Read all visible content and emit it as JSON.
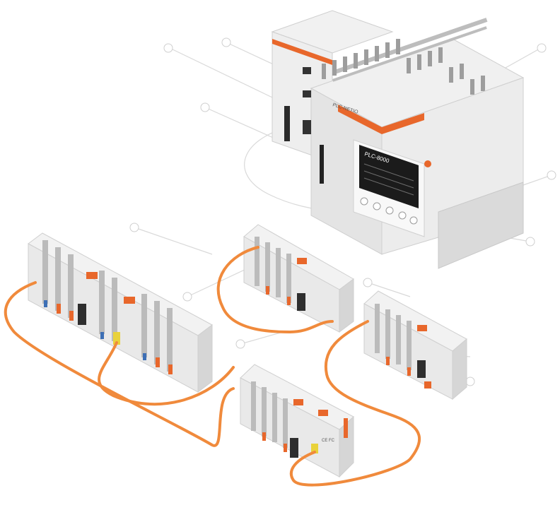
{
  "plc": {
    "logo_text": "PLC-NETIO",
    "screen_title": "PLC-8000",
    "screen_lines": [
      "",
      "",
      "",
      "",
      ""
    ]
  },
  "modules": {
    "io_label": "CE FC"
  },
  "colors": {
    "cable": "#f08a3c",
    "accent": "#e8672b",
    "module_body": "#ececec",
    "module_shadow": "#c9c9c9",
    "callout_line": "#d8d8d8"
  }
}
